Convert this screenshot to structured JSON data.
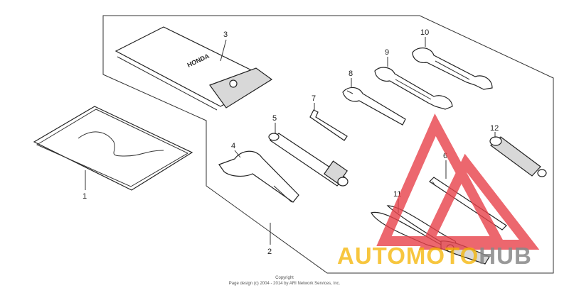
{
  "parts": [
    {
      "id": "part-1",
      "label": "1"
    },
    {
      "id": "part-2",
      "label": "2"
    },
    {
      "id": "part-3",
      "label": "3"
    },
    {
      "id": "part-4",
      "label": "4"
    },
    {
      "id": "part-5",
      "label": "5"
    },
    {
      "id": "part-6",
      "label": "6"
    },
    {
      "id": "part-7",
      "label": "7"
    },
    {
      "id": "part-8",
      "label": "8"
    },
    {
      "id": "part-9",
      "label": "9"
    },
    {
      "id": "part-10",
      "label": "10"
    },
    {
      "id": "part-11",
      "label": "11"
    },
    {
      "id": "part-12",
      "label": "12"
    }
  ],
  "pouch_brand": "HONDA",
  "copyright_line1": "Copyright",
  "copyright_line2": "Page design (c) 2004 - 2014 by ARI Network Services, Inc.",
  "watermark": {
    "part1": "AUTOMOTO",
    "part2": "HUB",
    "color_red": "#e8424a",
    "color_orange": "#f5b400",
    "color_gray": "#888888"
  }
}
